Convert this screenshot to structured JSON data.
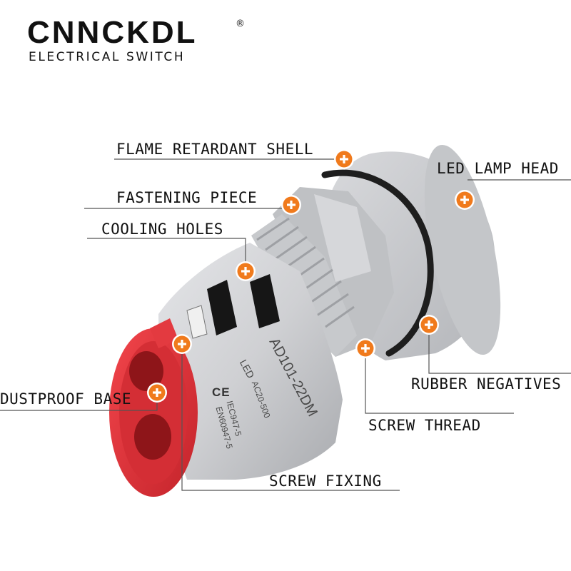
{
  "brand": {
    "name": "CNNCKDL",
    "registered_mark": "®",
    "subtitle": "ELECTRICAL SWITCH"
  },
  "product": {
    "model_text": "AD101-22DM",
    "led_text": "LED",
    "voltage_text": "AC20-500",
    "standard_1": "IEC947-5",
    "standard_2": "EN60947-5"
  },
  "labels": {
    "flame_retardant_shell": "FLAME RETARDANT SHELL",
    "fastening_piece": "FASTENING PIECE",
    "cooling_holes": "COOLING HOLES",
    "led_lamp_head": "LED LAMP HEAD",
    "dustproof_base": "DUSTPROOF BASE",
    "rubber_negatives": "RUBBER NEGATIVES",
    "screw_thread": "SCREW THREAD",
    "screw_fixing": "SCREW FIXING"
  },
  "colors": {
    "marker": "#f07a1c",
    "base_red": "#e8323a",
    "shell_grey": "#cfd0d3",
    "text": "#111111"
  }
}
